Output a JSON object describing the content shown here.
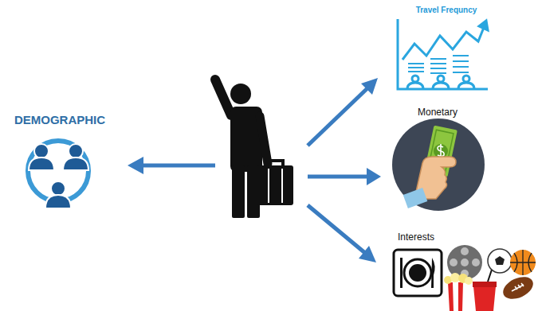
{
  "diagram": {
    "nodes": [
      {
        "text": [
          "DEMOGRAPHIC"
        ]
      },
      {
        "text": [
          "Travel Frequncy"
        ]
      },
      {
        "text": [
          "Monetary"
        ]
      },
      {
        "text": [
          "Interests"
        ]
      }
    ]
  }
}
